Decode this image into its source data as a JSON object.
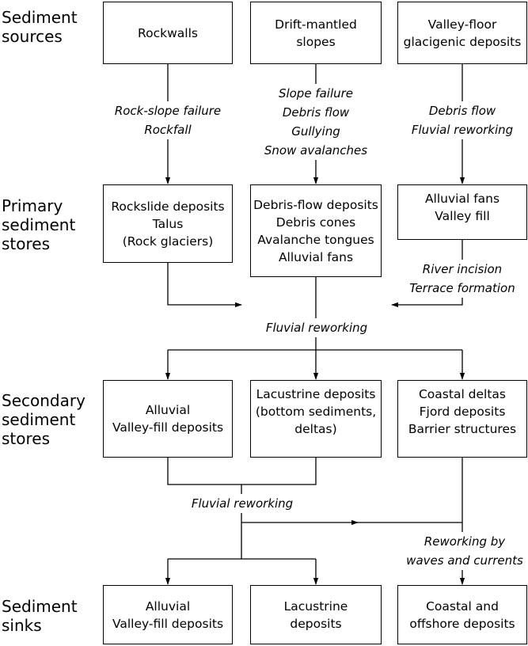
{
  "stages": {
    "sources": [
      "Sediment",
      "sources"
    ],
    "primary": [
      "Primary",
      "sediment",
      "stores"
    ],
    "secondary": [
      "Secondary",
      "sediment",
      "stores"
    ],
    "sinks": [
      "Sediment",
      "sinks"
    ]
  },
  "boxes": {
    "rockwalls": [
      "Rockwalls"
    ],
    "drift": [
      "Drift-mantled",
      "slopes"
    ],
    "valley_floor": [
      "Valley-floor",
      "glacigenic deposits"
    ],
    "rockslide": [
      "Rockslide deposits",
      "Talus",
      "(Rock glaciers)"
    ],
    "debris_flow": [
      "Debris-flow deposits",
      "Debris cones",
      "Avalanche tongues",
      "Alluvial fans"
    ],
    "alluvial_fans": [
      "Alluvial fans",
      "Valley fill"
    ],
    "alluvial_secondary": [
      "Alluvial",
      "Valley-fill deposits"
    ],
    "lacustrine_secondary": [
      "Lacustrine deposits",
      "(bottom sediments,",
      "deltas)"
    ],
    "coastal_secondary": [
      "Coastal deltas",
      "Fjord deposits",
      "Barrier structures"
    ],
    "alluvial_sink": [
      "Alluvial",
      "Valley-fill deposits"
    ],
    "lacustrine_sink": [
      "Lacustrine",
      "deposits"
    ],
    "coastal_sink": [
      "Coastal and",
      "offshore deposits"
    ]
  },
  "processes": {
    "rockwall_process": [
      "Rock-slope failure",
      "Rockfall"
    ],
    "slope_process": [
      "Slope failure",
      "Debris flow",
      "Gullying",
      "Snow avalanches"
    ],
    "valley_process": [
      "Debris flow",
      "Fluvial reworking"
    ],
    "incision_process": [
      "River incision",
      "Terrace formation"
    ],
    "fluvial_reworking_1": [
      "Fluvial reworking"
    ],
    "fluvial_reworking_2": [
      "Fluvial reworking"
    ],
    "waves_process": [
      "Reworking by",
      "waves and currents"
    ]
  }
}
